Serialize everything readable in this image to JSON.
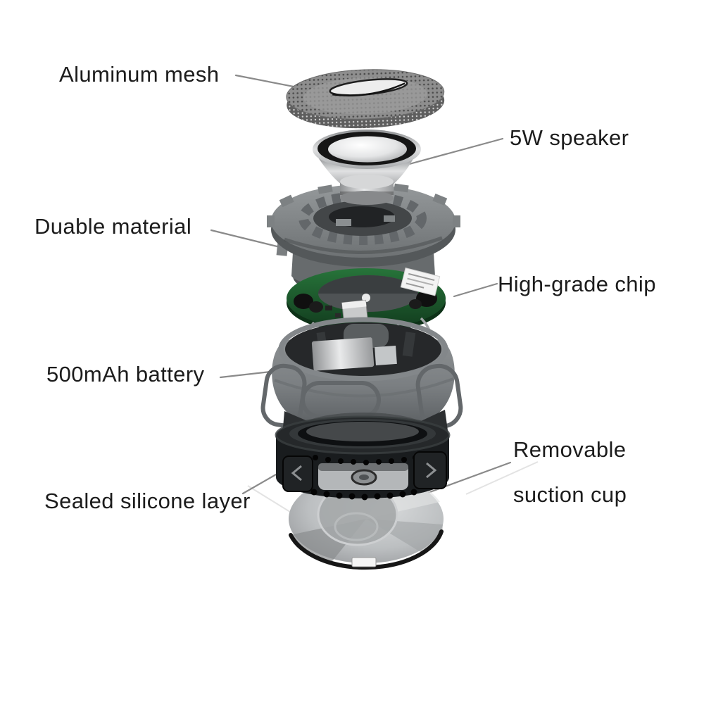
{
  "diagram": {
    "description": "Exploded view of a portable Bluetooth speaker with part callouts",
    "labels": [
      {
        "id": "aluminum-mesh",
        "text": "Aluminum mesh"
      },
      {
        "id": "speaker",
        "text": "5W speaker"
      },
      {
        "id": "durable-material",
        "text": "Duable material"
      },
      {
        "id": "chip",
        "text": "High-grade chip"
      },
      {
        "id": "battery",
        "text": "500mAh battery"
      },
      {
        "id": "silicone-layer",
        "text": "Sealed silicone layer"
      },
      {
        "id": "suction-cup",
        "text": "Removable",
        "text2": "suction cup"
      }
    ],
    "parts": [
      {
        "name": "aluminum-mesh-disc"
      },
      {
        "name": "speaker-driver"
      },
      {
        "name": "durable-material-ring"
      },
      {
        "name": "circuit-board-ring"
      },
      {
        "name": "battery-housing"
      },
      {
        "name": "silicone-seal-ring"
      },
      {
        "name": "suction-cup"
      }
    ],
    "colors": {
      "background": "#ffffff",
      "label_text": "#1c1c1c",
      "leader_line": "#8a8a8a",
      "pcb_green": "#1b5e2f",
      "body_gray": "#7e8285",
      "silicone_black": "#1e2123",
      "mesh_gray": "#8e8e8e",
      "cup_gray": "#bcbfc1"
    }
  }
}
